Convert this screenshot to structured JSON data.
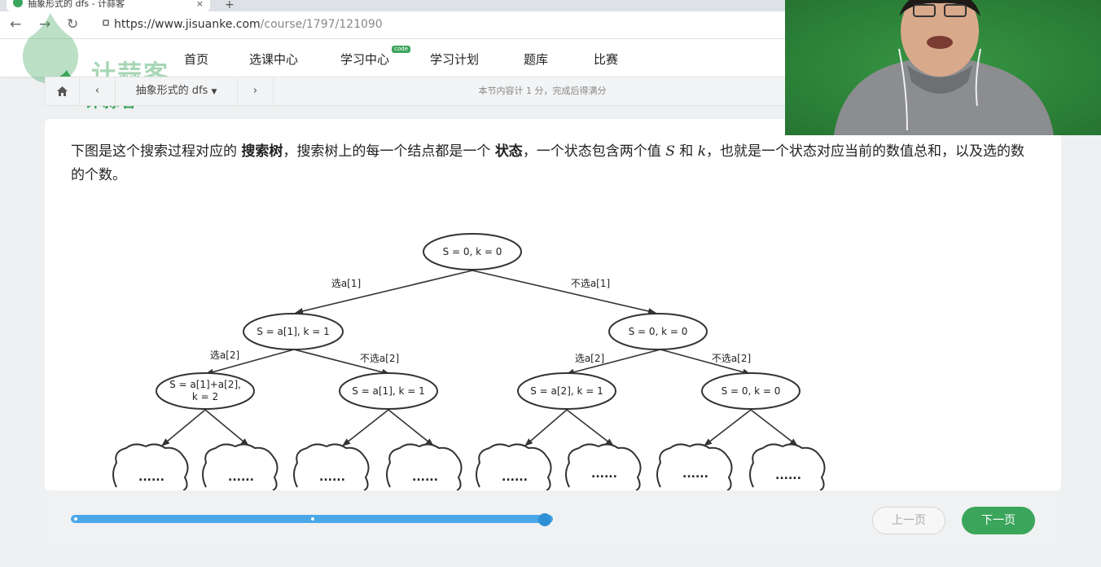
{
  "browser": {
    "tab_title": "抽象形式的 dfs - 计蒜客",
    "tab_close": "×",
    "new_tab": "+",
    "back": "←",
    "forward": "→",
    "reload": "↻",
    "url_host": "https://www.jisuanke.com",
    "url_path": "/course/1797/121090"
  },
  "site": {
    "logo_text": "计蒜客",
    "nav": [
      {
        "label": "首页"
      },
      {
        "label": "选课中心"
      },
      {
        "label": "学习中心",
        "badge": "code"
      },
      {
        "label": "学习计划"
      },
      {
        "label": "题库"
      },
      {
        "label": "比赛"
      }
    ]
  },
  "breadcrumb": {
    "home_icon": "home-icon",
    "prev": "‹",
    "section": "抽象形式的 dfs",
    "next": "›",
    "info": "本节内容计 1 分，完成后得满分"
  },
  "content": {
    "p1": "下图是这个搜索过程对应的 ",
    "p1_bold": "搜索树",
    "p2": "，搜索树上的每一个结点都是一个 ",
    "p2_bold": "状态",
    "p3": "，一个状态包含两个值 ",
    "var_s": "S",
    "p4": " 和 ",
    "var_k": "k",
    "p5": "，也就是一个状态对应当前的数值总和，以及选的数的个数。"
  },
  "tree": {
    "root": "S = 0, k  = 0",
    "l1_left": "S = a[1], k  = 1",
    "l1_right": "S = 0, k  = 0",
    "l2": [
      {
        "line1": "S = a[1]+a[2],",
        "line2": "k  = 2"
      },
      {
        "line1": "S = a[1], k  = 1",
        "line2": ""
      },
      {
        "line1": "S = a[2], k  = 1",
        "line2": ""
      },
      {
        "line1": "S = 0, k  = 0",
        "line2": ""
      }
    ],
    "edge_root_left": "选a[1]",
    "edge_root_right": "不选a[1]",
    "edge_l_left": "选a[2]",
    "edge_l_right": "不选a[2]",
    "edge_r_left": "选a[2]",
    "edge_r_right": "不选a[2]",
    "cloud": "......"
  },
  "footer": {
    "progress": 1.0,
    "prev_label": "上一页",
    "next_label": "下一页"
  },
  "colors": {
    "brand": "#3ba55c",
    "progress": "#4aa8e8"
  }
}
